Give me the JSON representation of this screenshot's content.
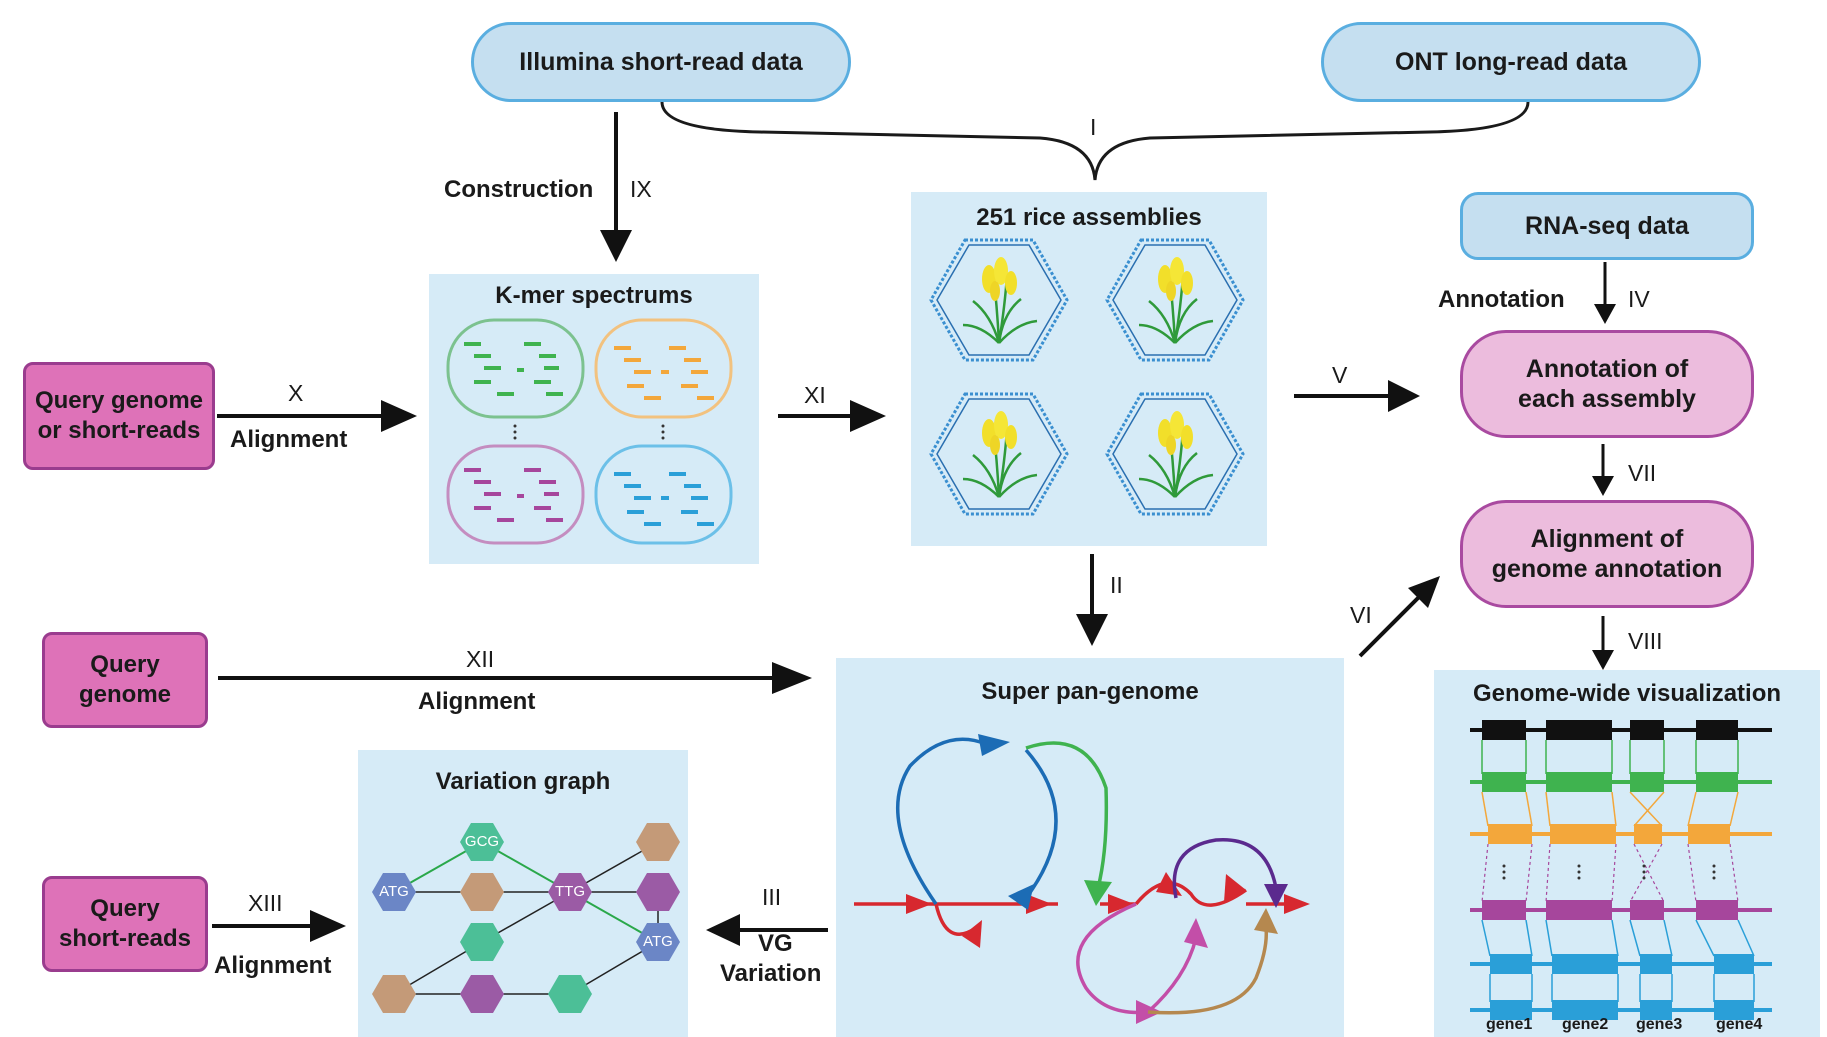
{
  "sources": {
    "illumina": "Illumina short-read data",
    "ont": "ONT long-read data",
    "rnaseq": "RNA-seq data"
  },
  "steps": {
    "I": "I",
    "II": "II",
    "III": "III",
    "IV": "IV",
    "V": "V",
    "VI": "VI",
    "VII": "VII",
    "VIII": "VIII",
    "IX": "IX",
    "X": "X",
    "XI": "XI",
    "XII": "XII",
    "XIII": "XIII"
  },
  "labels": {
    "construction": "Construction",
    "alignment": "Alignment",
    "annotation": "Annotation",
    "vg": "VG",
    "variation": "Variation"
  },
  "queries": {
    "genome_or_reads_line1": "Query genome",
    "genome_or_reads_line2": "or short-reads",
    "genome_line1": "Query",
    "genome_line2": "genome",
    "reads_line1": "Query",
    "reads_line2": "short-reads"
  },
  "panels": {
    "kmer": "K-mer spectrums",
    "assemblies": "251 rice assemblies",
    "superpan": "Super pan-genome",
    "vgraph": "Variation graph",
    "gwv": "Genome-wide visualization"
  },
  "annotation_steps": {
    "each_line1": "Annotation of",
    "each_line2": "each assembly",
    "align_line1": "Alignment of",
    "align_line2": "genome annotation"
  },
  "graph_nodes": {
    "gcg": "GCG",
    "atg_left": "ATG",
    "ttg": "TTG",
    "atg_right": "ATG"
  },
  "genes": [
    "gene1",
    "gene2",
    "gene3",
    "gene4"
  ],
  "colors": {
    "green": "#3fb34f",
    "orange": "#f3a73b",
    "purple": "#a6469c",
    "blue": "#2a9fd8",
    "red": "#d7282f",
    "teal": "#4cbf97",
    "tan": "#c49a78",
    "violet": "#9b5ba5",
    "node_blue": "#6b86c6"
  }
}
